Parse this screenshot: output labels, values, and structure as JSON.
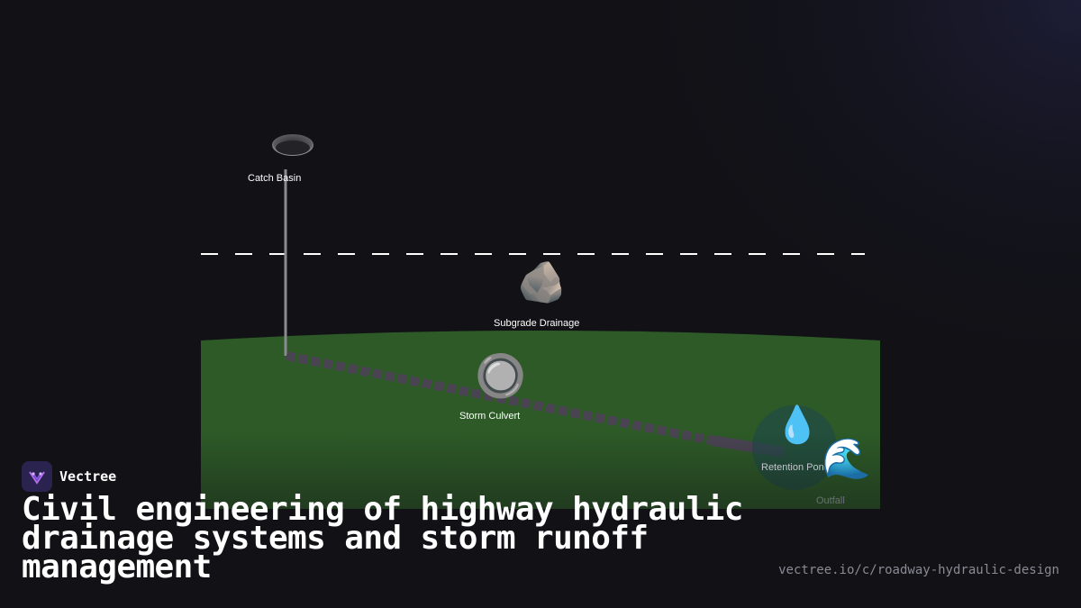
{
  "diagram": {
    "labels": {
      "catch_basin": "Catch Basin",
      "subgrade_drainage": "Subgrade Drainage",
      "storm_culvert": "Storm Culvert",
      "retention_pond": "Retention Pond",
      "outfall": "Outfall"
    },
    "icons": {
      "catch_basin": "manhole-cover-icon",
      "subgrade_drainage": "rock-icon",
      "storm_culvert": "pipe-culvert-icon",
      "retention_pond": "droplet-icon",
      "outfall": "wave-icon"
    },
    "glyphs": {
      "rock": "🪨",
      "culvert": "🔘",
      "droplet": "💧",
      "wave": "🌊"
    },
    "colors": {
      "background": "#111116",
      "ground": "#2d5a27",
      "road_line": "#ffffff",
      "pipe": "#4a4452",
      "pond": "#1f4a48"
    }
  },
  "branding": {
    "name": "Vectree",
    "title": "Civil engineering of highway hydraulic drainage systems and storm runoff management",
    "url": "vectree.io/c/roadway-hydraulic-design"
  }
}
